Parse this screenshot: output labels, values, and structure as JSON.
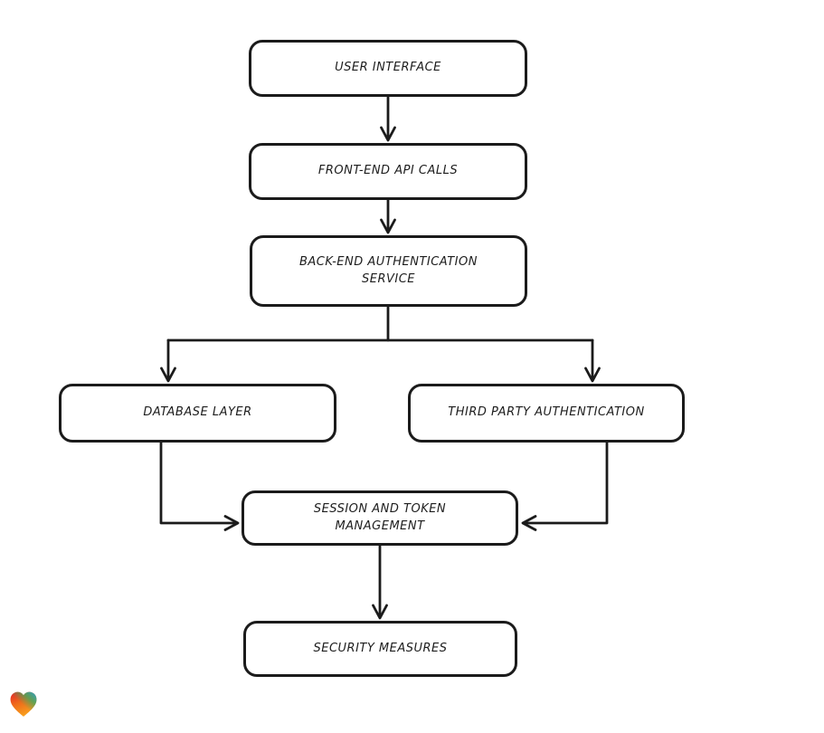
{
  "diagram": {
    "type": "flowchart",
    "background_color": "#ffffff",
    "stroke_color": "#1b1b1b",
    "text_color": "#1d1d1d",
    "nodes": [
      {
        "id": "user-interface",
        "label": "USER INTERFACE"
      },
      {
        "id": "front-end-api-calls",
        "label": "FRONT-END API CALLS"
      },
      {
        "id": "back-end-authentication-service",
        "label": "BACK-END AUTHENTICATION SERVICE"
      },
      {
        "id": "database-layer",
        "label": "DATABASE LAYER"
      },
      {
        "id": "third-party-authentication",
        "label": "THIRD PARTY AUTHENTICATION"
      },
      {
        "id": "session-and-token-management",
        "label": "SESSION AND TOKEN MANAGEMENT"
      },
      {
        "id": "security-measures",
        "label": "SECURITY MEASURES"
      }
    ],
    "edges": [
      {
        "from": "user-interface",
        "to": "front-end-api-calls"
      },
      {
        "from": "front-end-api-calls",
        "to": "back-end-authentication-service"
      },
      {
        "from": "back-end-authentication-service",
        "to": "database-layer"
      },
      {
        "from": "back-end-authentication-service",
        "to": "third-party-authentication"
      },
      {
        "from": "database-layer",
        "to": "session-and-token-management"
      },
      {
        "from": "third-party-authentication",
        "to": "session-and-token-management"
      },
      {
        "from": "session-and-token-management",
        "to": "security-measures"
      }
    ],
    "logo": {
      "icon": "gradient-heart",
      "colors": [
        "#e5242b",
        "#41ab5d",
        "#2a9fd6",
        "#f8a01e"
      ]
    }
  }
}
